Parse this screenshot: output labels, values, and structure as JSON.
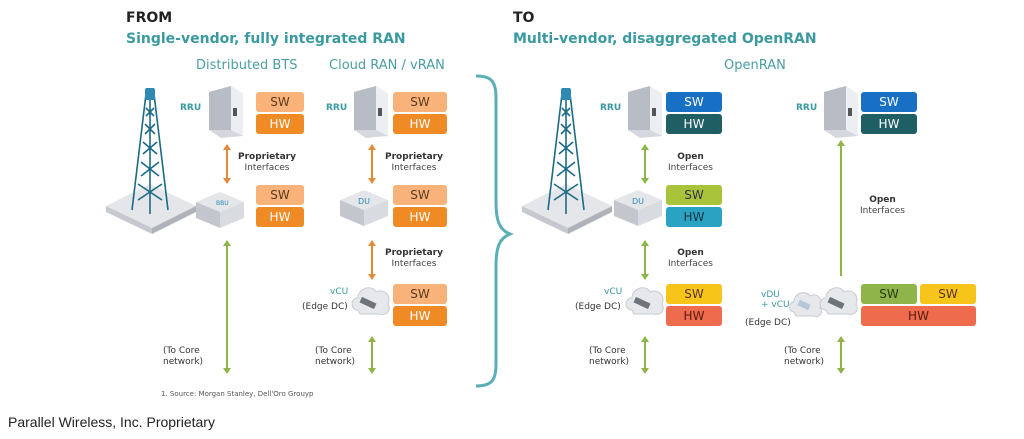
{
  "left": {
    "heading": "FROM",
    "subheading": "Single-vendor, fully integrated RAN",
    "columns": [
      {
        "title": "Distributed BTS"
      },
      {
        "title": "Cloud RAN / vRAN"
      }
    ],
    "dbts": {
      "rru_label": "RRU",
      "rru_sw": "SW",
      "rru_hw": "HW",
      "iface_bold": "Proprietary",
      "iface_sub": "Interfaces",
      "bbu_sw": "SW",
      "bbu_hw": "HW",
      "core_line1": "(To Core",
      "core_line2": "network)"
    },
    "cran": {
      "rru_label": "RRU",
      "rru_sw": "SW",
      "rru_hw": "HW",
      "iface1_bold": "Proprietary",
      "iface1_sub": "Interfaces",
      "du_sw": "SW",
      "du_hw": "HW",
      "iface2_bold": "Proprietary",
      "iface2_sub": "Interfaces",
      "vcu_label": "vCU",
      "vcu_sub": "(Edge DC)",
      "vcu_sw": "SW",
      "vcu_hw": "HW",
      "core_line1": "(To Core",
      "core_line2": "network)"
    },
    "source_note": "1. Source: Morgan Stanley, Dell'Oro Grouyp"
  },
  "right": {
    "heading": "TO",
    "subheading": "Multi-vendor, disaggregated OpenRAN",
    "column_title": "OpenRAN",
    "a": {
      "rru_label": "RRU",
      "rru_sw": "SW",
      "rru_hw": "HW",
      "iface1_bold": "Open",
      "iface1_sub": "Interfaces",
      "du_sw": "SW",
      "du_hw": "HW",
      "iface2_bold": "Open",
      "iface2_sub": "Interfaces",
      "vcu_label": "vCU",
      "vcu_sub": "(Edge DC)",
      "vcu_sw": "SW",
      "vcu_hw": "HW",
      "core_line1": "(To Core",
      "core_line2": "network)"
    },
    "b": {
      "rru_label": "RRU",
      "rru_sw": "SW",
      "rru_hw": "HW",
      "iface_bold": "Open",
      "iface_sub": "Interfaces",
      "vduvcu_label1": "vDU",
      "vduvcu_label2": "+ vCU",
      "vduvcu_sub": "(Edge DC)",
      "sw1": "SW",
      "sw2": "SW",
      "hw": "HW",
      "core_line1": "(To Core",
      "core_line2": "network)"
    }
  },
  "device_labels": {
    "bbu": "BBU",
    "du": "DU"
  },
  "footer": "Parallel Wireless, Inc. Proprietary",
  "colors": {
    "teal_accent": "#3a9aa0",
    "proprietary_sw": "#f8b27a",
    "proprietary_hw": "#f08a24",
    "open_rru_sw": "#1870c4",
    "open_rru_hw": "#1f5e63",
    "open_du_sw": "#a9c43b",
    "open_du_hw": "#2aa3c2",
    "open_cu_sw": "#f7c51a",
    "open_cu_hw": "#ee6b4d",
    "open_link": "#8fb44a",
    "proprietary_link": "#e08a3a"
  }
}
